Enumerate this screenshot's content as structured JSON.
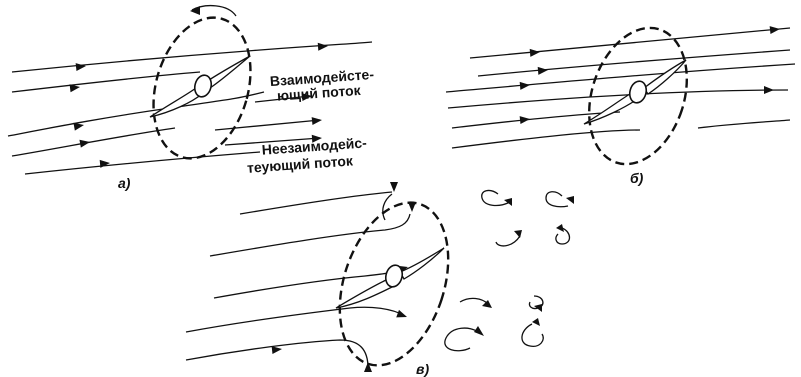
{
  "panels": [
    {
      "id": "a",
      "label": "а)"
    },
    {
      "id": "b",
      "label": "б)"
    },
    {
      "id": "c",
      "label": "в)"
    }
  ],
  "annotations": {
    "interacting_line1": "Взаимодейсте-",
    "interacting_line2": "ющий поток",
    "noninteracting_line1": "Неезаимодейс-",
    "noninteracting_line2": "теующий поток"
  }
}
